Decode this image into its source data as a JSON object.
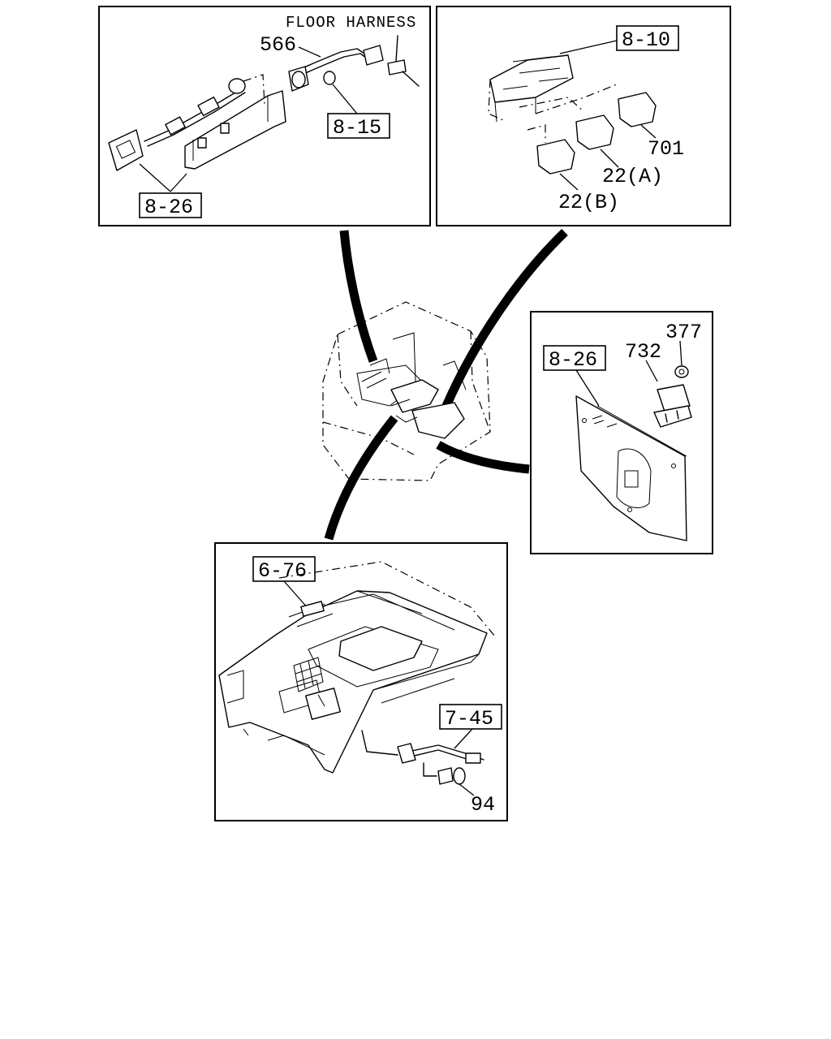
{
  "diagram": {
    "panels": {
      "top_left": {
        "floor_harness_label": "FLOOR HARNESS",
        "part_566": "566",
        "ref_8_15": "8-15",
        "ref_8_26": "8-26"
      },
      "top_right": {
        "ref_8_10": "8-10",
        "part_701": "701",
        "part_22a": "22(A)",
        "part_22b": "22(B)"
      },
      "right_middle": {
        "part_377": "377",
        "part_732": "732",
        "ref_8_26": "8-26"
      },
      "bottom": {
        "ref_6_76": "6-76",
        "ref_7_45": "7-45",
        "part_94": "94"
      }
    }
  }
}
